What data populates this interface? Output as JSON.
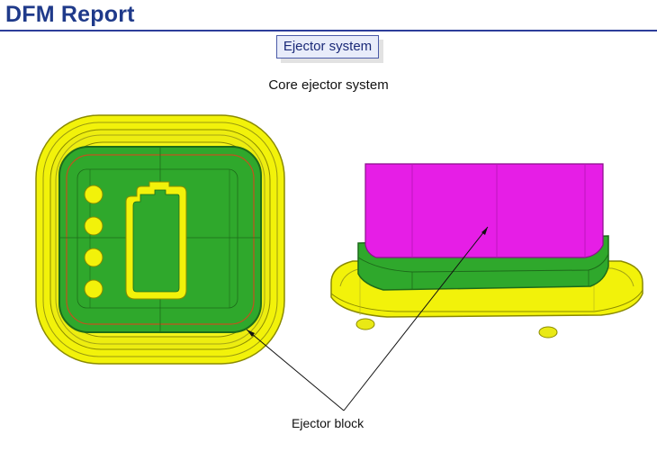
{
  "header": {
    "title": "DFM Report"
  },
  "section": {
    "button_label": "Ejector system"
  },
  "figure": {
    "caption": "Core ejector system",
    "callout": "Ejector block",
    "colors": {
      "yellow": "#f2f20a",
      "yellow_edge": "#8a8a00",
      "green": "#2fa82c",
      "green_dark": "#1d6b1a",
      "magenta": "#e61ee6",
      "header_blue": "#1f3a8a"
    },
    "hole_count": 4
  }
}
